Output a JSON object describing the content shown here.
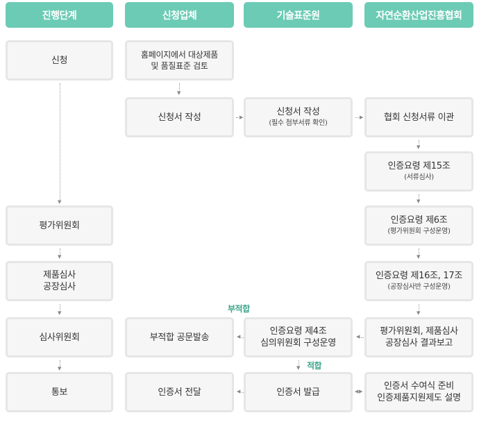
{
  "headers": [
    "진행단계",
    "신청업체",
    "기술표준원",
    "자연순환산업진흥협회"
  ],
  "boxes": {
    "apply": "신청",
    "review": [
      "홈페이지에서 대상제품",
      "및 품질표준 검토"
    ],
    "write": "신청서 작성",
    "kats_write": "신청서 작성",
    "kats_write_sub": "(필수 첨부서류 확인)",
    "transfer": "협회 신청서류 이관",
    "art15": "인증요령 제15조",
    "art15_sub": "(서류심사)",
    "eval": "평가위원회",
    "art6": "인증요령 제6조",
    "art6_sub": "(평가위원회 구성운영)",
    "inspect": [
      "제품심사",
      "공장심사"
    ],
    "art16": "인증요령 제16조, 17조",
    "art16_sub": "(공장심사반 구성운영)",
    "review_comm": "심사위원회",
    "reject": "부적합 공문발송",
    "art4": [
      "인증요령 제4조",
      "심의위원회 구성운영"
    ],
    "report": [
      "평가위원회, 제품심사",
      "공장심사 결과보고"
    ],
    "notify": "통보",
    "deliver": "인증서 전달",
    "issue": "인증서 발급",
    "prep": [
      "인증서 수여식 준비",
      "인증제품지원제도 설명"
    ]
  },
  "labels": {
    "fail": "부적합",
    "pass": "적합"
  }
}
